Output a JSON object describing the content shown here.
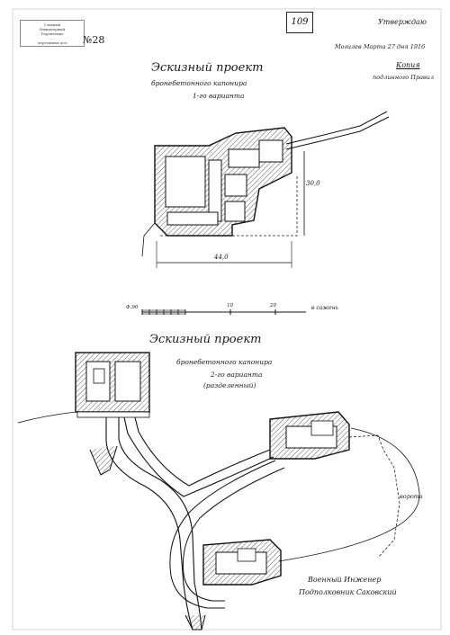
{
  "header": {
    "stamp_lines": [
      "Главный",
      "Инженерный",
      "Управление",
      "......",
      "чертежных дел"
    ],
    "sheet_number": "№28",
    "folio": "109",
    "approved": "Утверждаю",
    "place_date": "Могилев Марта 27 дня 1916",
    "copy_label": "Копия",
    "signed": "подлинного Правил"
  },
  "plan1": {
    "title": "Эскизный проект",
    "subtitle": "бронебетонного капонира",
    "variant": "1-го варианта",
    "dim_bottom": "44,0",
    "dim_right": "30,0"
  },
  "scale_bar": {
    "left_label": "Ф.90",
    "mid_label": "10",
    "right_label": "20",
    "unit": "в сажень"
  },
  "plan2": {
    "title": "Эскизный проект",
    "subtitle": "бронебетонного капонира",
    "variant": "2-го варианта",
    "note": "(разделенный)",
    "side_label": "ворота"
  },
  "signature": {
    "line1": "Военный Инженер",
    "line2": "Подполковник Саковский"
  }
}
